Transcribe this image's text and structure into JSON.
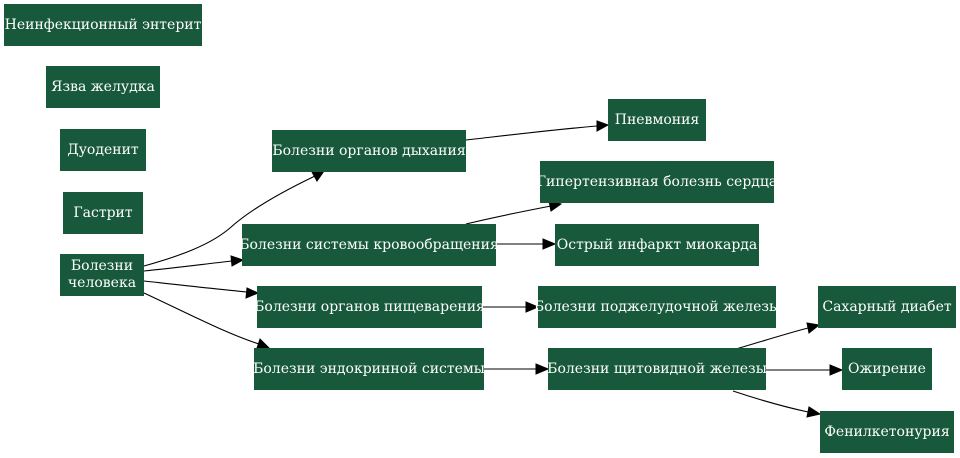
{
  "diagram": {
    "nodes": {
      "enteritis": "Неинфекционный энтерит",
      "ulcer": "Язва желудка",
      "duodenitis": "Дуоденит",
      "gastritis": "Гастрит",
      "human_diseases_line1": "Болезни",
      "human_diseases_line2": "человека",
      "respiratory": "Болезни органов дыхания",
      "circulatory": "Болезни системы кровообращения",
      "digestive": "Болезни органов пищеварения",
      "endocrine": "Болезни эндокринной системы",
      "pneumonia": "Пневмония",
      "hypertensive": "Гипертензивная болезнь сердца",
      "infarction": "Острый инфаркт миокарда",
      "pancreas": "Болезни поджелудочной железы",
      "thyroid": "Болезни щитовидной железы",
      "diabetes": "Сахарный диабет",
      "obesity": "Ожирение",
      "pku": "Фенилкетонурия"
    },
    "edges": [
      [
        "human_diseases",
        "respiratory"
      ],
      [
        "human_diseases",
        "circulatory"
      ],
      [
        "human_diseases",
        "digestive"
      ],
      [
        "human_diseases",
        "endocrine"
      ],
      [
        "respiratory",
        "pneumonia"
      ],
      [
        "circulatory",
        "hypertensive"
      ],
      [
        "circulatory",
        "infarction"
      ],
      [
        "digestive",
        "pancreas"
      ],
      [
        "endocrine",
        "thyroid"
      ],
      [
        "thyroid",
        "diabetes"
      ],
      [
        "thyroid",
        "obesity"
      ],
      [
        "thyroid",
        "pku"
      ]
    ],
    "colors": {
      "node_fill": "#17593a",
      "node_text": "#ffffff",
      "edge": "#000000",
      "background": "#ffffff"
    }
  }
}
